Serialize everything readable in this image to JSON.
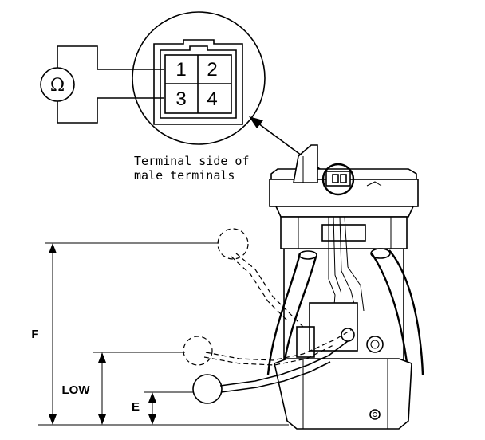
{
  "meter": {
    "symbol": "Ω"
  },
  "connector": {
    "terminals": [
      "1",
      "2",
      "3",
      "4"
    ]
  },
  "caption": {
    "line1": "Terminal side of",
    "line2": "male terminals"
  },
  "dimensions": {
    "full": "F",
    "low": "LOW",
    "empty": "E"
  }
}
